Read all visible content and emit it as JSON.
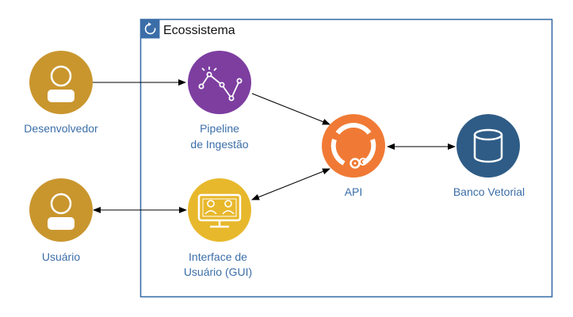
{
  "group": {
    "title": "Ecossistema",
    "icon": "refresh-icon",
    "border_color": "#3b6ea8"
  },
  "nodes": {
    "developer": {
      "label": "Desenvolvedor",
      "icon": "user-icon",
      "color": "#c9962e"
    },
    "user": {
      "label": "Usuário",
      "icon": "user-icon",
      "color": "#c9962e"
    },
    "pipeline": {
      "label_line1": "Pipeline",
      "label_line2": "de Ingestão",
      "icon": "line-chart-icon",
      "color": "#7d3ea0"
    },
    "gui": {
      "label_line1": "Interface de",
      "label_line2": "Usuário (GUI)",
      "icon": "monitor-icon",
      "color": "#e8b82c"
    },
    "api": {
      "label": "API",
      "icon": "api-cycle-icon",
      "color": "#f07a35"
    },
    "vector_db": {
      "label": "Banco Vetorial",
      "icon": "database-icon",
      "color": "#2e5c86"
    }
  },
  "edges": [
    {
      "from": "developer",
      "to": "pipeline",
      "direction": "one-way"
    },
    {
      "from": "pipeline",
      "to": "api",
      "direction": "one-way"
    },
    {
      "from": "api",
      "to": "vector_db",
      "direction": "two-way"
    },
    {
      "from": "gui",
      "to": "api",
      "direction": "two-way"
    },
    {
      "from": "user",
      "to": "gui",
      "direction": "two-way"
    }
  ]
}
